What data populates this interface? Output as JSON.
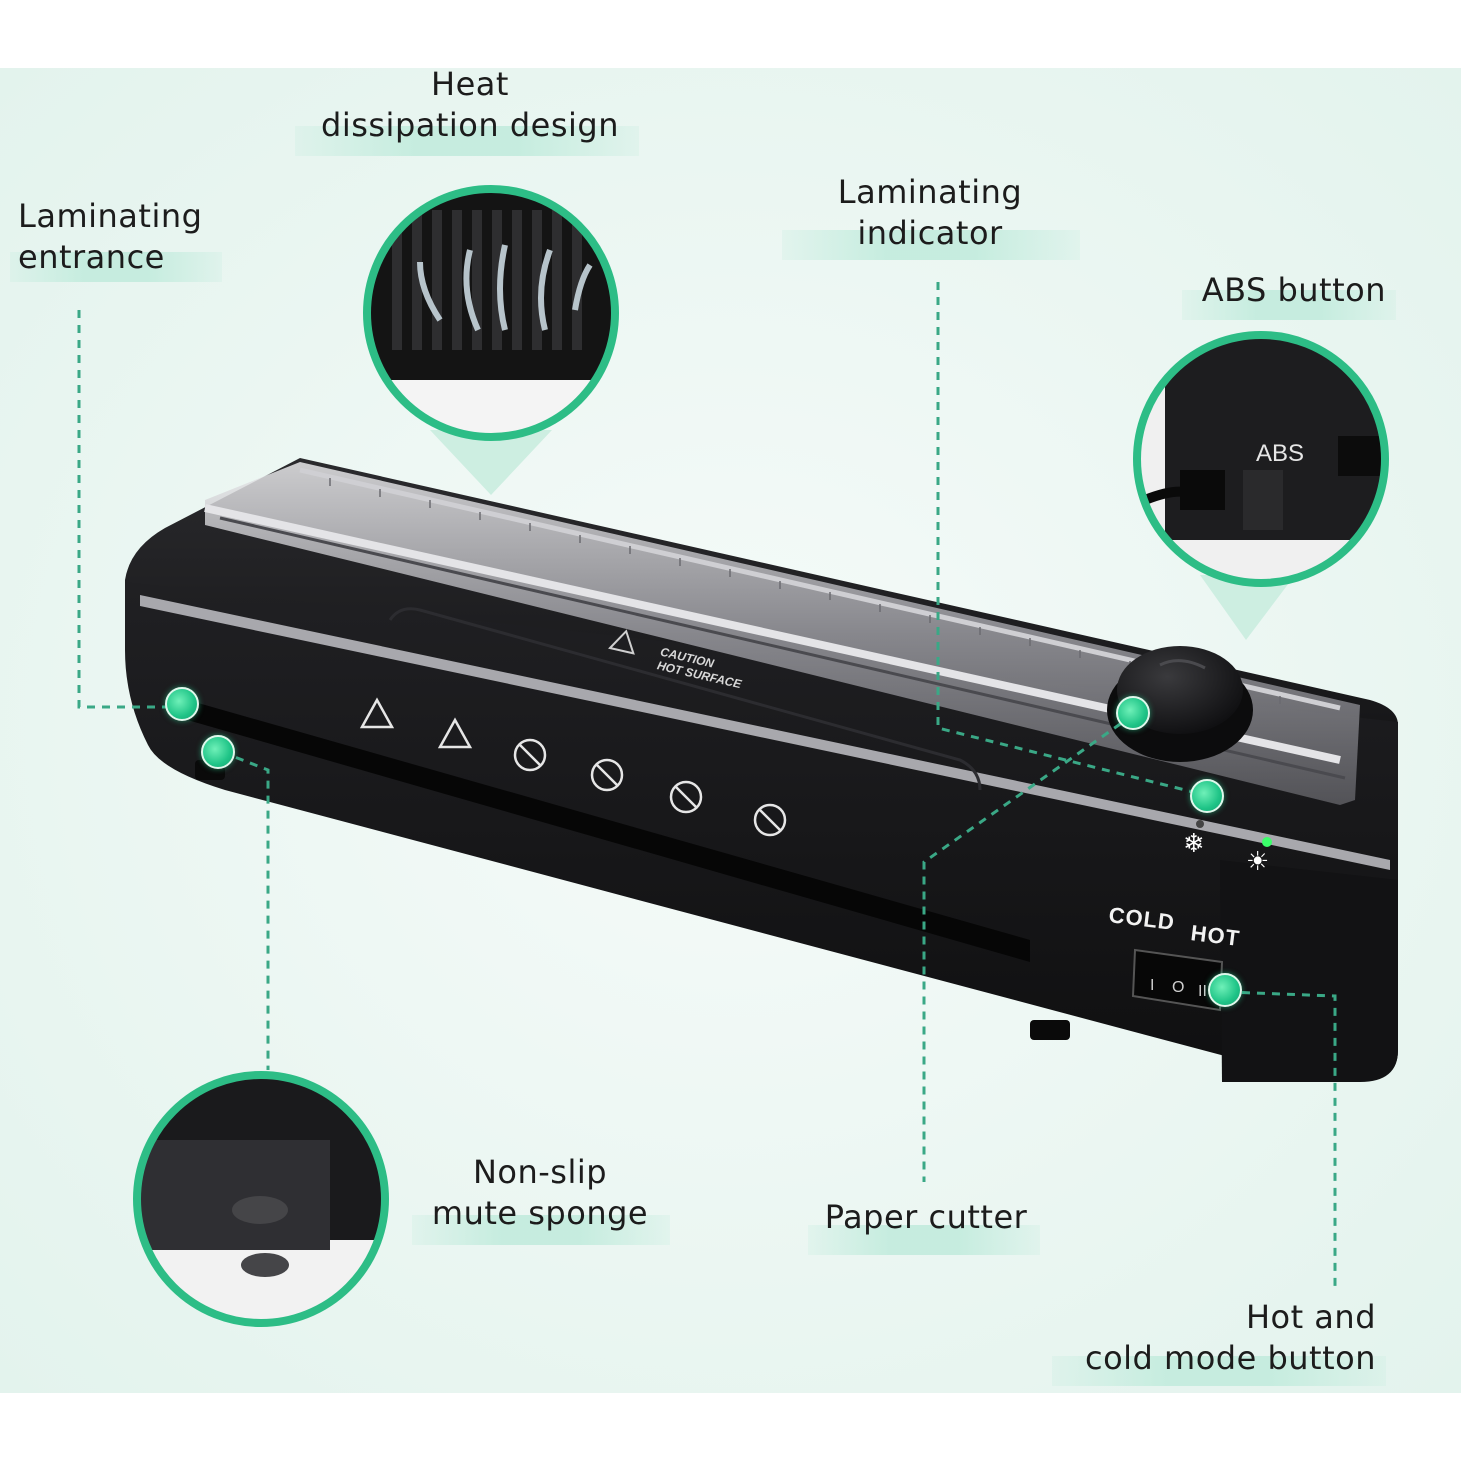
{
  "labels": {
    "heat_dissipation": [
      "Heat",
      "dissipation design"
    ],
    "laminating_entrance": [
      "Laminating",
      "entrance"
    ],
    "laminating_indicator": [
      "Laminating",
      "indicator"
    ],
    "abs_button": [
      "ABS button"
    ],
    "non_slip": [
      "Non-slip",
      "mute sponge"
    ],
    "paper_cutter": [
      "Paper cutter"
    ],
    "hot_cold": [
      "Hot and",
      "cold mode button"
    ]
  },
  "product": {
    "abs_text": "ABS",
    "cold_text": "COLD",
    "hot_text": "HOT",
    "caution_line1": "CAUTION",
    "caution_line2": "HOT SURFACE",
    "switch_off": "I",
    "switch_mid": "O",
    "switch_on": "II"
  },
  "colors": {
    "background": "#eef8f4",
    "accent": "#1fc487",
    "circle_ring": "#2dbd86",
    "dashed_line": "#3aa886",
    "device_body": "#1b1b1d"
  }
}
